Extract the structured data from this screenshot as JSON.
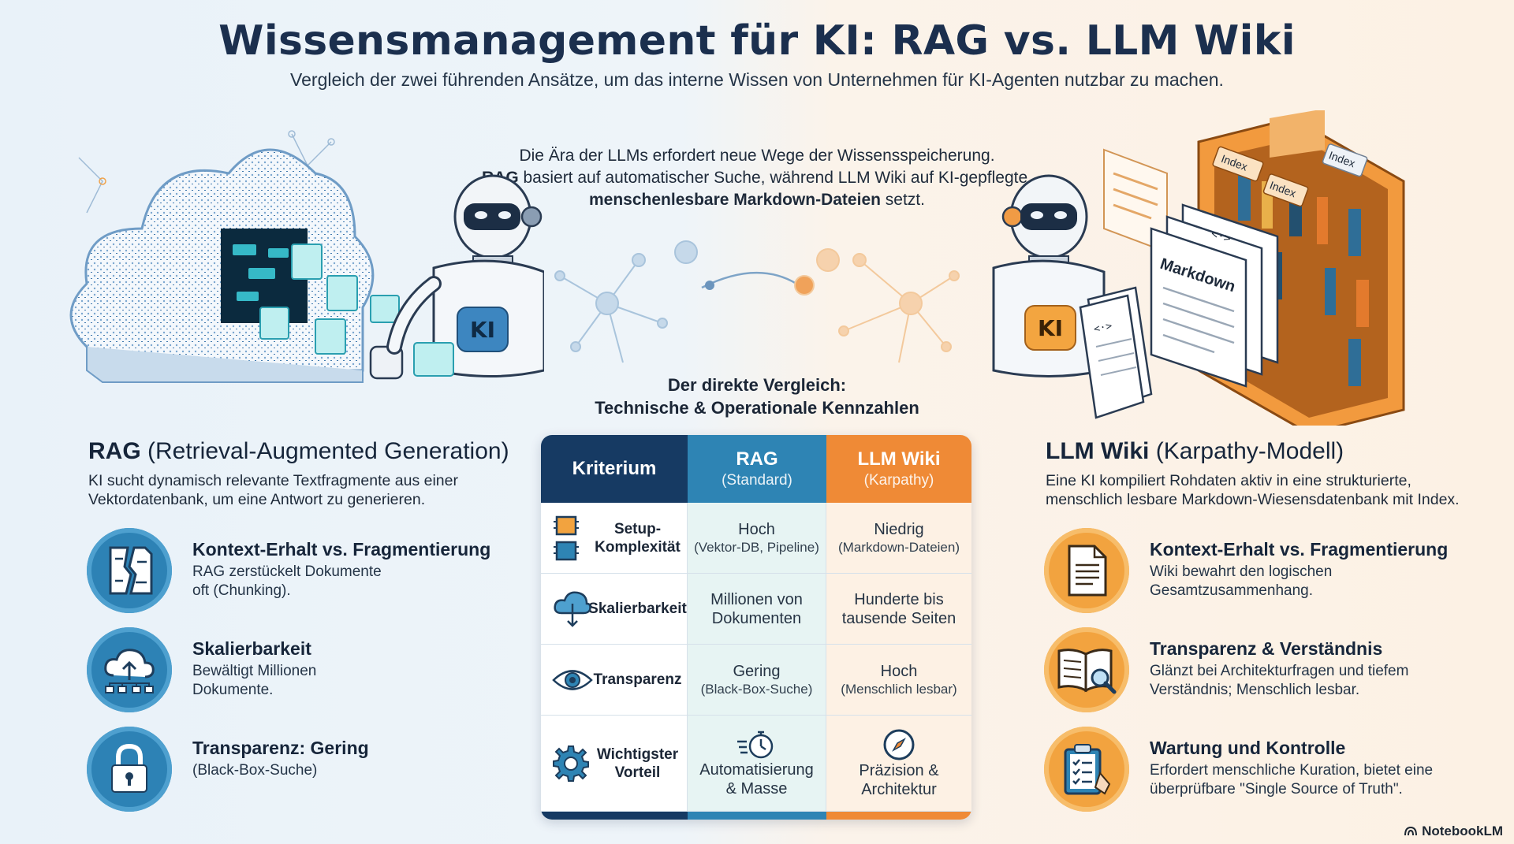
{
  "header": {
    "title": "Wissensmanagement für KI: RAG vs. LLM Wiki",
    "subtitle": "Vergleich der zwei führenden Ansätze, um das interne Wissen von Unternehmen für KI-Agenten nutzbar zu machen."
  },
  "intro": {
    "line1": "Die Ära der LLMs erfordert neue Wege der Wissensspeicherung.",
    "line2_bold": "RAG",
    "line2_rest": " basiert auf automatischer Suche, während LLM Wiki auf KI-gepflegte,",
    "line3_bold": "menschenlesbare Markdown-Dateien",
    "line3_rest": " setzt."
  },
  "illustrations": {
    "robot_badge_left": "KI",
    "robot_badge_right": "KI",
    "doc_label_markdown": "Markdown",
    "tab_index_1": "Index",
    "tab_index_2": "Index",
    "tab_index_3": "Index",
    "doc_code_1": "<·>",
    "doc_code_2": "<·>"
  },
  "comparison": {
    "heading_line1": "Der direkte Vergleich:",
    "heading_line2": "Technische & Operationale Kennzahlen",
    "columns": {
      "criterion": "Kriterium",
      "rag": "RAG",
      "rag_sub": "(Standard)",
      "wiki": "LLM Wiki",
      "wiki_sub": "(Karpathy)"
    },
    "rows": [
      {
        "crit": "Setup-\nKomplexität",
        "rag": "Hoch",
        "rag_sub": "(Vektor-DB, Pipeline)",
        "wiki": "Niedrig",
        "wiki_sub": "(Markdown-Dateien)"
      },
      {
        "crit": "Skalierbarkeit",
        "rag": "Millionen von\nDokumenten",
        "rag_sub": "",
        "wiki": "Hunderte bis\ntausende Seiten",
        "wiki_sub": ""
      },
      {
        "crit": "Transparenz",
        "rag": "Gering",
        "rag_sub": "(Black-Box-Suche)",
        "wiki": "Hoch",
        "wiki_sub": "(Menschlich lesbar)"
      },
      {
        "crit": "Wichtigster\nVorteil",
        "rag": "Automatisierung\n& Masse",
        "rag_sub": "",
        "wiki": "Präzision &\nArchitektur",
        "wiki_sub": ""
      }
    ]
  },
  "rag": {
    "title_bold": "RAG",
    "title_rest": " (Retrieval-Augmented Generation)",
    "desc": "KI sucht dynamisch relevante Textfragmente aus einer\nVektordatenbank, um eine Antwort zu generieren.",
    "features": [
      {
        "title": "Kontext-Erhalt vs. Fragmentierung",
        "desc": "RAG zerstückelt Dokumente\noft (Chunking).",
        "icon": "torn-document-icon"
      },
      {
        "title": "Skalierbarkeit",
        "desc": "Bewältigt Millionen\nDokumente.",
        "icon": "cloud-upload-icon"
      },
      {
        "title": "Transparenz: Gering",
        "desc": "(Black-Box-Suche)",
        "icon": "padlock-icon"
      }
    ]
  },
  "wiki": {
    "title_bold": "LLM Wiki",
    "title_rest": " (Karpathy-Modell)",
    "desc": "Eine KI kompiliert Rohdaten aktiv in eine strukturierte,\nmenschlich lesbare Markdown-Wiesensdatenbank mit Index.",
    "features": [
      {
        "title": "Kontext-Erhalt vs. Fragmentierung",
        "desc": "Wiki bewahrt den logischen\nGesamtzusammenhang.",
        "icon": "document-icon"
      },
      {
        "title": "Transparenz & Verständnis",
        "desc": "Glänzt bei Architekturfragen und tiefem\nVerständnis; Menschlich lesbar.",
        "icon": "open-book-magnifier-icon"
      },
      {
        "title": "Wartung und Kontrolle",
        "desc": "Erfordert menschliche Kuration, bietet eine\nüberprüfbare \"Single Source of Truth\".",
        "icon": "clipboard-checklist-icon"
      }
    ]
  },
  "brand": "NotebookLM",
  "colors": {
    "navy": "#163a63",
    "rag_blue": "#2e84b4",
    "wiki_orange": "#ef8a36"
  }
}
